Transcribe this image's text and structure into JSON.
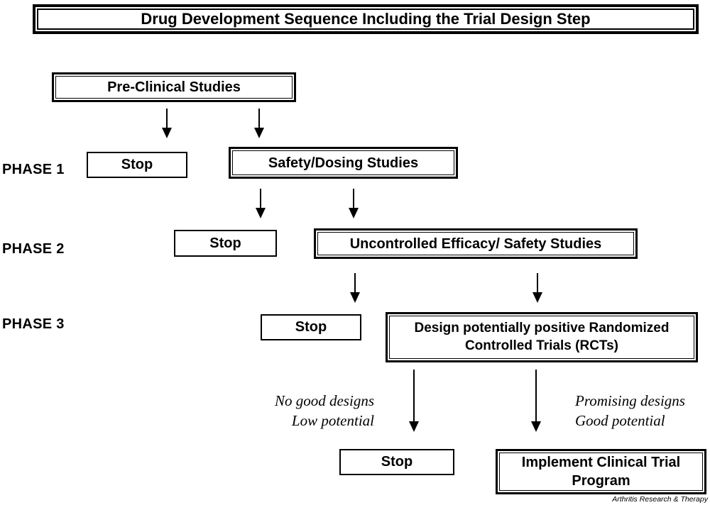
{
  "colors": {
    "ink": "#000000",
    "background": "#ffffff"
  },
  "title": "Drug Development Sequence Including the Trial Design Step",
  "phases": {
    "phase1": "PHASE 1",
    "phase2": "PHASE 2",
    "phase3": "PHASE 3"
  },
  "nodes": {
    "preclinical": "Pre-Clinical Studies",
    "phase1_stop": "Stop",
    "safety_dosing": "Safety/Dosing Studies",
    "phase2_stop": "Stop",
    "uncontrolled_efficacy": "Uncontrolled Efficacy/ Safety Studies",
    "phase3_stop": "Stop",
    "design_rcts": "Design potentially positive Randomized\nControlled Trials (RCTs)",
    "final_stop": "Stop",
    "implement_program": "Implement Clinical Trial\nProgram"
  },
  "branch_annotations": {
    "negative_branch": "No good designs\nLow potential",
    "positive_branch": "Promising designs\nGood potential"
  },
  "journal_credit": "Arthritis Research & Therapy"
}
